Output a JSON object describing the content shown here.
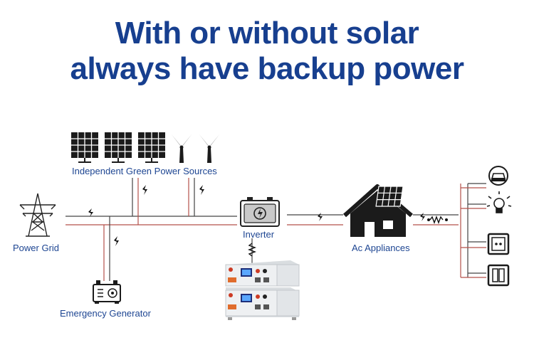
{
  "title": {
    "line1": "With or without solar",
    "line2": "always have backup power"
  },
  "nodes": {
    "power_grid": "Power Grid",
    "green_sources": "Independent Green Power Sources",
    "inverter": "Inverter",
    "ac_appliances": "Ac Appliances",
    "emergency_generator": "Emergency Generator"
  },
  "colors": {
    "title": "#173f8f",
    "label": "#1d4592",
    "line_dark": "#444444",
    "line_red": "#b5504a",
    "icon": "#222222"
  }
}
